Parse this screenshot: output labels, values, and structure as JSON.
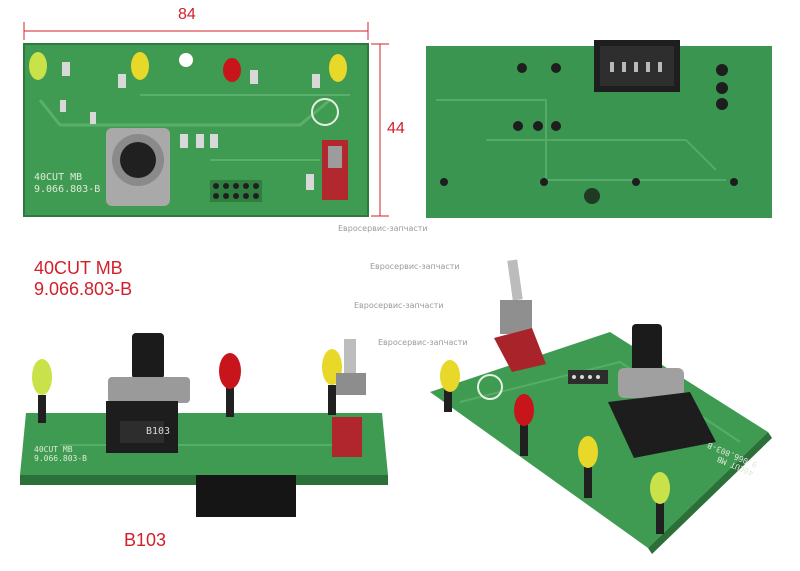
{
  "dimensions": {
    "width_label": "84",
    "height_label": "44"
  },
  "model": {
    "line1": "40CUT MB",
    "line2": "9.066.803-B"
  },
  "board_print": {
    "line1": "40CUT MB",
    "line2": "9.066.803-B"
  },
  "component_label": "B103",
  "knob_marking": "B103",
  "watermarks": [
    "Евросервис-запчасти",
    "Евросервис-запчасти",
    "Евросервис-запчасти",
    "Евросервис-запчасти"
  ],
  "colors": {
    "pcb_green": "#3e9a52",
    "pcb_dark": "#2f7e40",
    "accent_red": "#d2202a",
    "led_yellow": "#e8d82a",
    "led_green": "#c9e24a",
    "led_red": "#c8151c"
  }
}
